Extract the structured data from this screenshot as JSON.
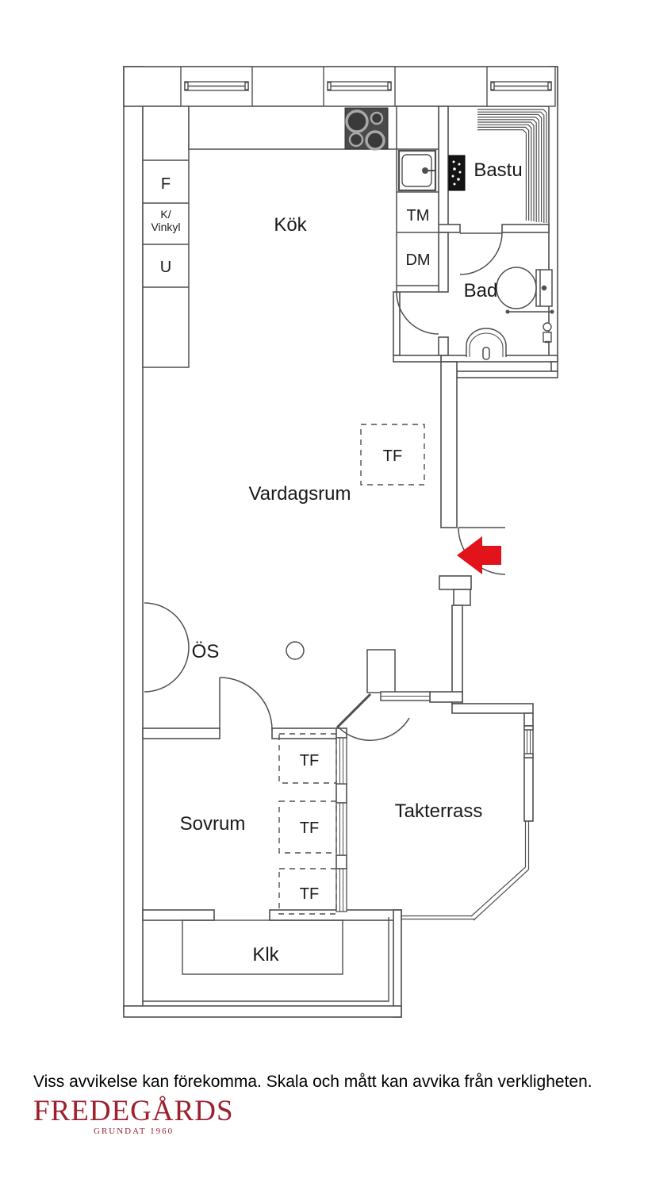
{
  "floorplan": {
    "rooms": {
      "kitchen": "Kök",
      "living": "Vardagsrum",
      "bedroom": "Sovrum",
      "terrace": "Takterrass",
      "sauna": "Bastu",
      "bath": "Bad",
      "closet": "Klk",
      "fireplace": "ÖS"
    },
    "appliances": {
      "fridge": "F",
      "freezer_line1": "K/",
      "freezer_line2": "Vinkyl",
      "oven": "U",
      "washing_machine": "TM",
      "dishwasher": "DM"
    },
    "tf": {
      "living_tf": "TF",
      "bedroom_tf1": "TF",
      "bedroom_tf2": "TF",
      "bedroom_tf3": "TF"
    }
  },
  "footer": {
    "disclaimer": "Viss avvikelse kan förekomma. Skala och mått kan avvika från verkligheten."
  },
  "logo": {
    "name": "FREDEGÅRDS",
    "tagline": "GRUNDAT 1960"
  },
  "colors": {
    "line": "#4f4f4f",
    "arrow_red": "#e3131b",
    "logo_red": "#9e1f2d",
    "stove_dark": "#4a4a4a"
  }
}
